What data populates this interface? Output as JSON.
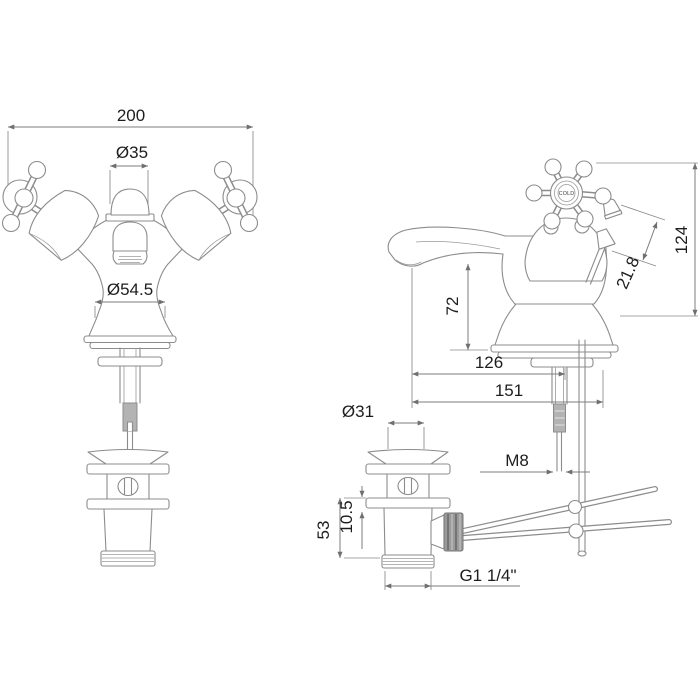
{
  "views": {
    "front": {
      "dims": {
        "overall_width": "200",
        "spout_head_diameter": "Ø35",
        "base_diameter": "Ø54.5"
      }
    },
    "side": {
      "handle_label": "COLD",
      "dims": {
        "overall_height": "124",
        "lift_rod_offset": "21.8",
        "spout_height": "72",
        "spout_reach": "126",
        "overall_depth": "151",
        "fixing_thread": "M8"
      }
    },
    "waste": {
      "dims": {
        "plug_diameter": "Ø31",
        "body_depth": "53",
        "flange_height": "10.5",
        "outlet_thread": "G1 1/4\""
      }
    }
  },
  "colors": {
    "background": "#ffffff",
    "line": "#8c8c8c",
    "dimension_line": "#7d7d7d",
    "text": "#1d1d1d",
    "thread_fill": "#b3b3b3",
    "knurl_fill": "#9a9a9a"
  }
}
